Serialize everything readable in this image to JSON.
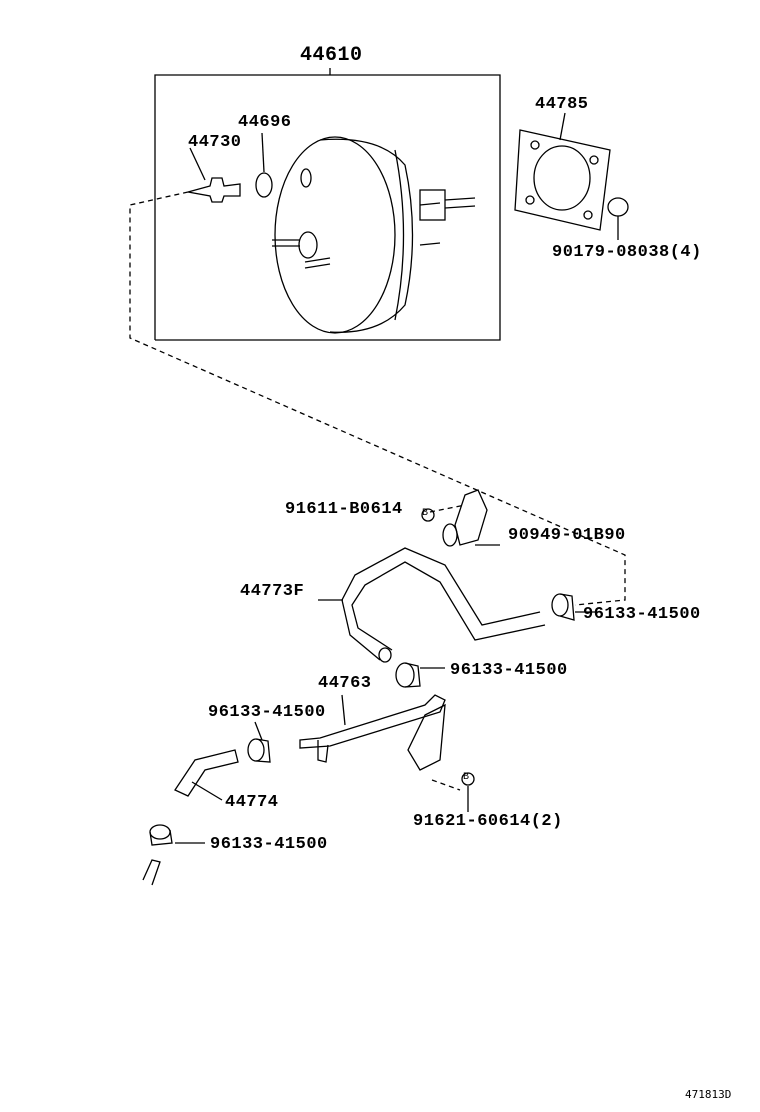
{
  "diagram": {
    "parts": {
      "booster_assembly": "44610",
      "grommet": "44696",
      "check_valve": "44730",
      "gasket": "44785",
      "nut": "90179-08038(4)",
      "bolt_clip": "91611-B0614",
      "clamp": "90949-01B90",
      "hose_upper": "44773F",
      "hose_clamp_1": "96133-41500",
      "hose_clamp_2": "96133-41500",
      "pipe": "44763",
      "hose_clamp_3": "96133-41500",
      "hose_lower": "44774",
      "bolt_bracket": "91621-60614(2)",
      "hose_clamp_4": "96133-41500"
    },
    "callouts": {
      "a": "B",
      "b": "B"
    },
    "figure_code": "471813D"
  }
}
